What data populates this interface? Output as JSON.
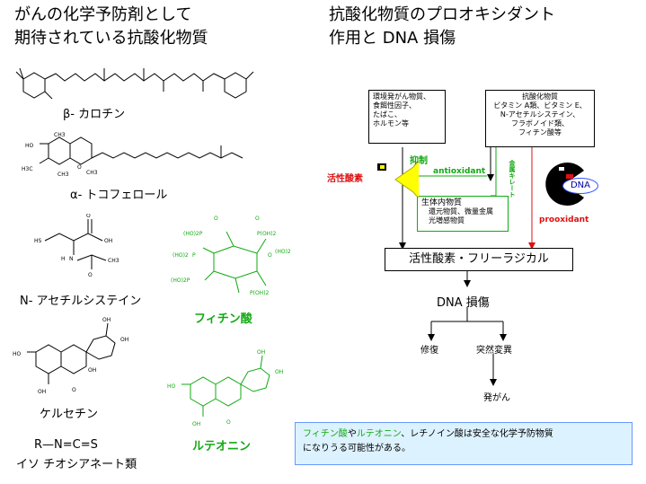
{
  "left_title": {
    "line1": "がんの化学予防剤として",
    "line2": "期待されている抗酸化物質"
  },
  "right_title": {
    "line1": "抗酸化物質のプロオキシダント",
    "line2": "作用と DNA 損傷"
  },
  "compounds": {
    "beta_carotene": "β- カロチン",
    "tocopherol": "α- トコフェロール",
    "nac": "N- アセチルシステイン",
    "phytic_acid": "フィチン酸",
    "quercetin": "ケルセチン",
    "luteolin": "ルテオニン",
    "isothiocyanate_formula": "R—N=C=S",
    "isothiocyanate": "イソ チオシアネート類"
  },
  "atoms": {
    "ho": "HO",
    "oh": "OH",
    "h3c": "H3C",
    "ch3": "CH3",
    "o": "O",
    "hs": "HS",
    "h": "H",
    "n": "N",
    "p": "P",
    "ho2p": "(HO)2P",
    "poh2": "P(OH)2",
    "ho2": "(HO)2"
  },
  "diagram": {
    "box_carcinogen": [
      "環境発がん物質、",
      "食餌性因子、",
      "たばこ、",
      "ホルモン等"
    ],
    "box_antioxidant_title": "抗酸化物質",
    "box_antioxidant": [
      "ビタミン A類、ビタミン E、",
      "N-アセチルシステイン、",
      "フラボノイド類、",
      "フィチン酸等"
    ],
    "box_biosubstance_title": "生体内物質",
    "box_biosubstance": [
      "還元物質、微量金属",
      "光増感物質"
    ],
    "active_oxygen": "活性酸素",
    "inhibit": "抑制",
    "antioxidant_label": "antioxidant",
    "metal_chelate": "金属キレート",
    "dna": "DNA",
    "prooxidant": "prooxidant",
    "radical_box": "活性酸素・フリーラジカル",
    "dna_damage": "DNA 損傷",
    "repair": "修復",
    "mutation": "突然変異",
    "carcinogenesis": "発がん"
  },
  "note": {
    "phytic": "フィチン酸",
    "sep1": "や",
    "luteolin": "ルテオニン",
    "rest1": "、レチノイン酸は安全な化学予防物質",
    "line2": "になりうる可能性がある。"
  },
  "colors": {
    "green": "#11aa11",
    "red": "#dd1111",
    "yellow": "#ffff00",
    "note_bg": "#ddf2ff",
    "note_border": "#6699ff"
  }
}
